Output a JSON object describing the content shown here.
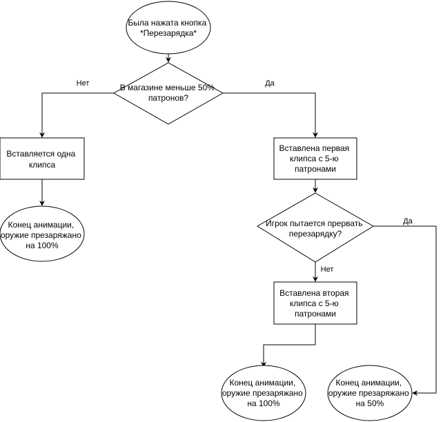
{
  "nodes": {
    "start": {
      "lines": [
        "Была нажата кнопка",
        "*Перезарядка*"
      ]
    },
    "decision_magazine": {
      "lines": [
        "В магазине меньше 50%",
        "патронов?"
      ]
    },
    "insert_one_clip": {
      "lines": [
        "Вставляется одна",
        "клипса"
      ]
    },
    "end_left": {
      "lines": [
        "Конец анимации,",
        "оружие презаряжано",
        "на 100%"
      ]
    },
    "insert_first_clip": {
      "lines": [
        "Вставлена первая",
        "клипса с 5-ю",
        "патронами"
      ]
    },
    "decision_interrupt": {
      "lines": [
        "Игрок пытается прервать",
        "перезарядку?"
      ]
    },
    "insert_second_clip": {
      "lines": [
        "Вставлена вторая",
        "клипса с 5-ю",
        "патронами"
      ]
    },
    "end_middle": {
      "lines": [
        "Конец анимации,",
        "оружие презаряжано",
        "на 100%"
      ]
    },
    "end_right": {
      "lines": [
        "Конец анимации,",
        "оружие презаряжано",
        "на 50%"
      ]
    }
  },
  "edges": {
    "magazine_no": "Нет",
    "magazine_yes": "Да",
    "interrupt_yes": "Да",
    "interrupt_no": "Нет"
  }
}
